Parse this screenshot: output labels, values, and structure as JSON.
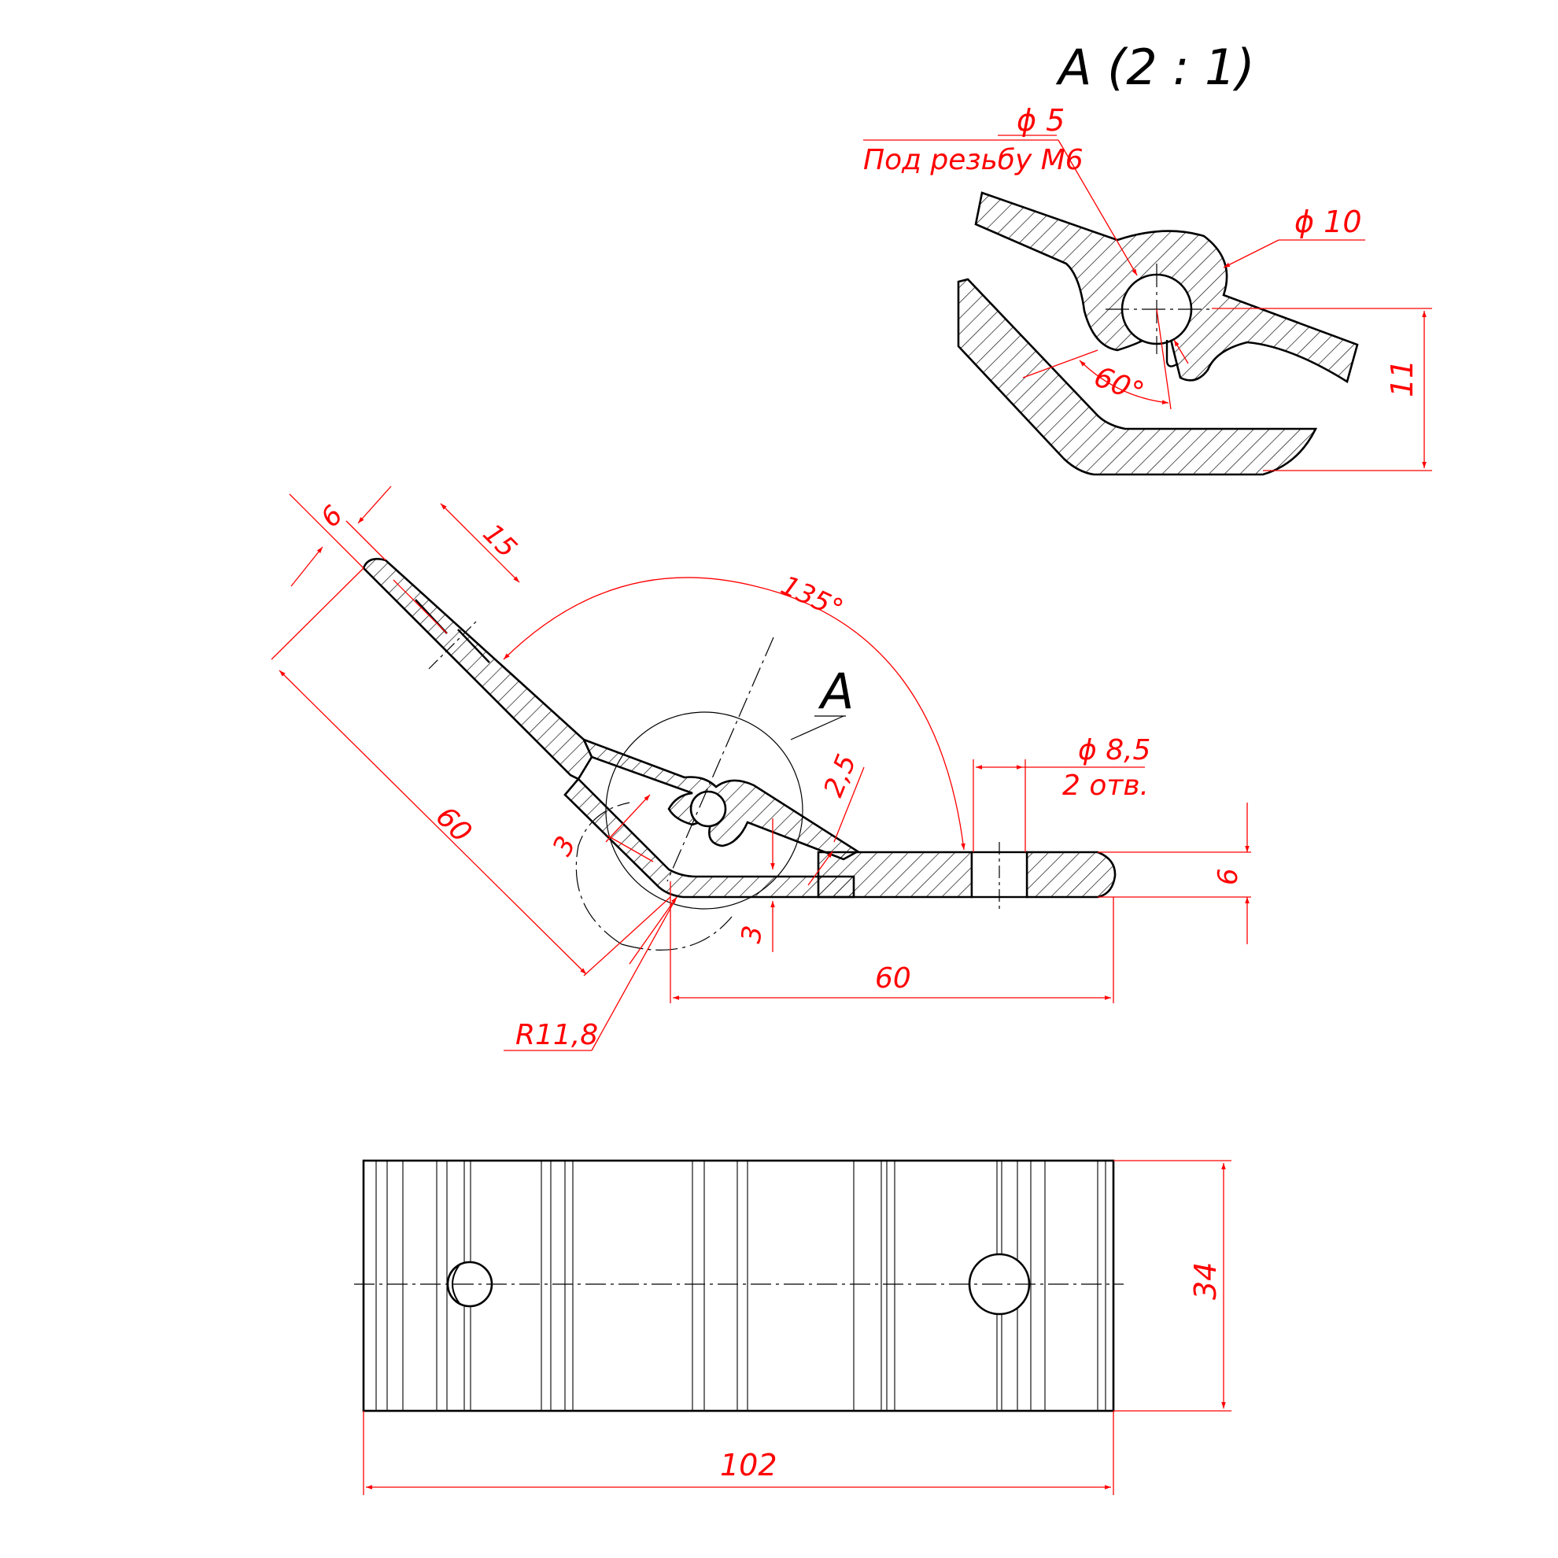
{
  "detail_view": {
    "title": "A (2 : 1)",
    "hole_diameter": "ϕ 5",
    "hole_note": "Под резьбу М6",
    "outer_diameter": "ϕ 10",
    "angle": "60°",
    "height": "11"
  },
  "side_view": {
    "view_label": "A",
    "dim_6_thickness_left": "6",
    "dim_15": "15",
    "dim_angle": "135°",
    "dim_60_slanted": "60",
    "dim_3_left": "3",
    "dim_2_5": "2,5",
    "dim_3_bottom": "3",
    "radius": "R11,8",
    "hole_diameter": "ϕ 8,5",
    "hole_count": "2 отв.",
    "dim_6_thickness_right": "6",
    "dim_60_horizontal": "60"
  },
  "top_view": {
    "width": "34",
    "length": "102"
  },
  "colors": {
    "dimension": "#ff0000",
    "geometry": "#000000",
    "background": "#ffffff"
  }
}
